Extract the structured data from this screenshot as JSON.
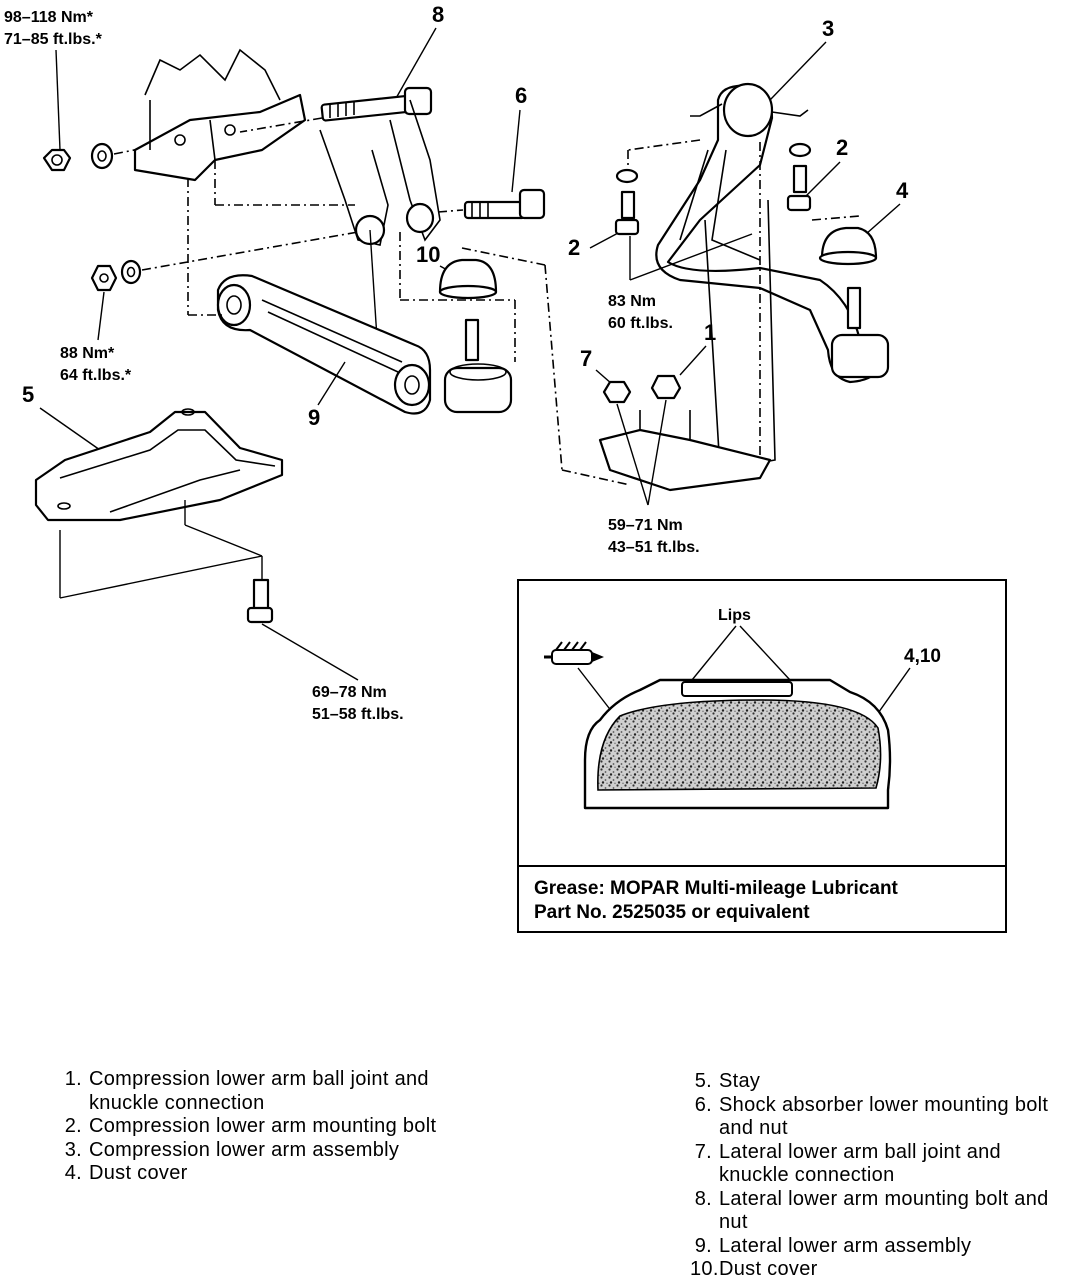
{
  "callouts": {
    "n1": "1",
    "n2a": "2",
    "n2b": "2",
    "n3": "3",
    "n4": "4",
    "n5": "5",
    "n6": "6",
    "n7": "7",
    "n8": "8",
    "n9": "9",
    "n10": "10"
  },
  "torque": {
    "nut_main_nm": "98–118 Nm*",
    "nut_main_ft": "71–85 ft.lbs.*",
    "nut_small_nm": "88 Nm*",
    "nut_small_ft": "64 ft.lbs.*",
    "bolt2_nm": "83 Nm",
    "bolt2_ft": "60 ft.lbs.",
    "knuckle_nm": "59–71 Nm",
    "knuckle_ft": "43–51 ft.lbs.",
    "stay_nm": "69–78 Nm",
    "stay_ft": "51–58 ft.lbs."
  },
  "detail": {
    "lips_label": "Lips",
    "ref_label": "4,10",
    "grease_line1": "Grease: MOPAR Multi-mileage Lubricant",
    "grease_line2": "Part No. 2525035 or equivalent"
  },
  "legend_left": [
    {
      "no": "1.",
      "text": "Compression lower arm ball joint and knuckle connection"
    },
    {
      "no": "2.",
      "text": "Compression lower arm mounting bolt"
    },
    {
      "no": "3.",
      "text": "Compression lower arm assembly"
    },
    {
      "no": "4.",
      "text": "Dust cover"
    }
  ],
  "legend_right": [
    {
      "no": "5.",
      "text": "Stay"
    },
    {
      "no": "6.",
      "text": "Shock absorber lower mounting bolt and nut"
    },
    {
      "no": "7.",
      "text": "Lateral lower arm ball joint and knuckle connection"
    },
    {
      "no": "8.",
      "text": "Lateral lower arm mounting bolt and nut"
    },
    {
      "no": "9.",
      "text": "Lateral lower arm assembly"
    },
    {
      "no": "10.",
      "text": "Dust cover"
    }
  ]
}
